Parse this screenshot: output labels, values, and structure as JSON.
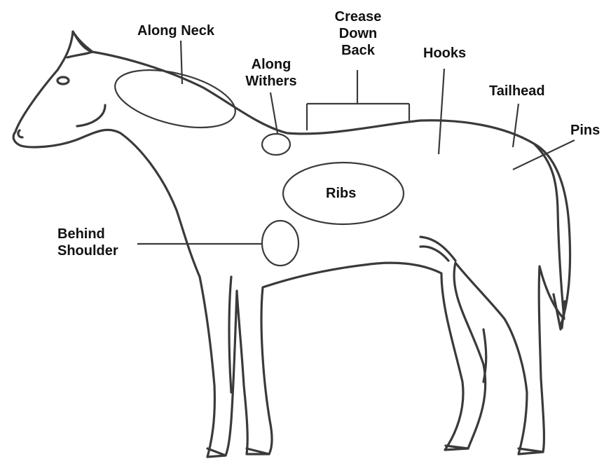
{
  "labels": {
    "along_neck": "Along Neck",
    "along_withers_1": "Along",
    "along_withers_2": "Withers",
    "crease_1": "Crease",
    "crease_2": "Down",
    "crease_3": "Back",
    "hooks": "Hooks",
    "tailhead": "Tailhead",
    "pins": "Pins",
    "ribs": "Ribs",
    "behind_1": "Behind",
    "behind_2": "Shoulder"
  },
  "colors": {
    "ink": "#3a3a3a",
    "text": "#111111",
    "background": "#ffffff"
  }
}
